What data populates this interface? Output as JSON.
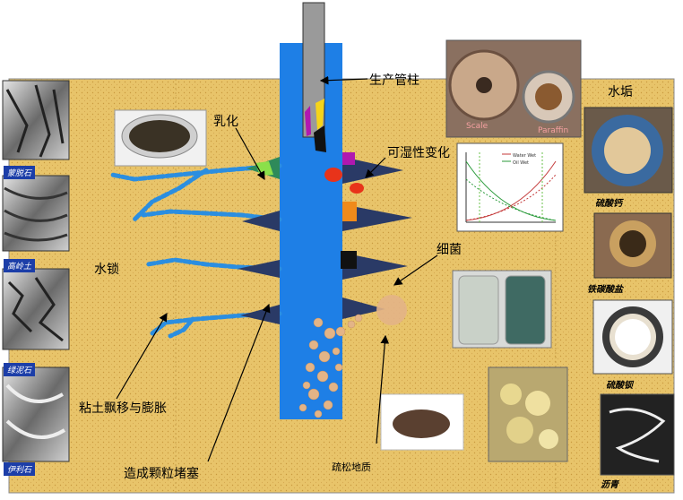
{
  "labels": {
    "production_string": "生产管柱",
    "emulsification": "乳化",
    "wettability_change": "可湿性变化",
    "scale": "水垢",
    "bacteria": "细菌",
    "water_lock": "水锁",
    "clay_migration": "粘土飘移与膨胀",
    "particle_plugging": "造成颗粒堵塞",
    "loose_formation": "疏松地质"
  },
  "clay_minerals": [
    "蒙脱石",
    "高岭土",
    "绿泥石",
    "伊利石"
  ],
  "scale_types": [
    "硫酸钙",
    "铁碳酸盐",
    "硫酸钡",
    "沥青"
  ],
  "photo_text": {
    "scale_word": "Scale",
    "paraffin_word": "Paraffin"
  },
  "mini_chart": {
    "legend": [
      "Water Wet",
      "Oil Wet"
    ]
  },
  "colors": {
    "formation": "#e8c46a",
    "wellbore": "#1e7fe6",
    "tubing": "#9a9a9a",
    "fracture": "#2b8ee0",
    "particle": "#e3b487"
  }
}
